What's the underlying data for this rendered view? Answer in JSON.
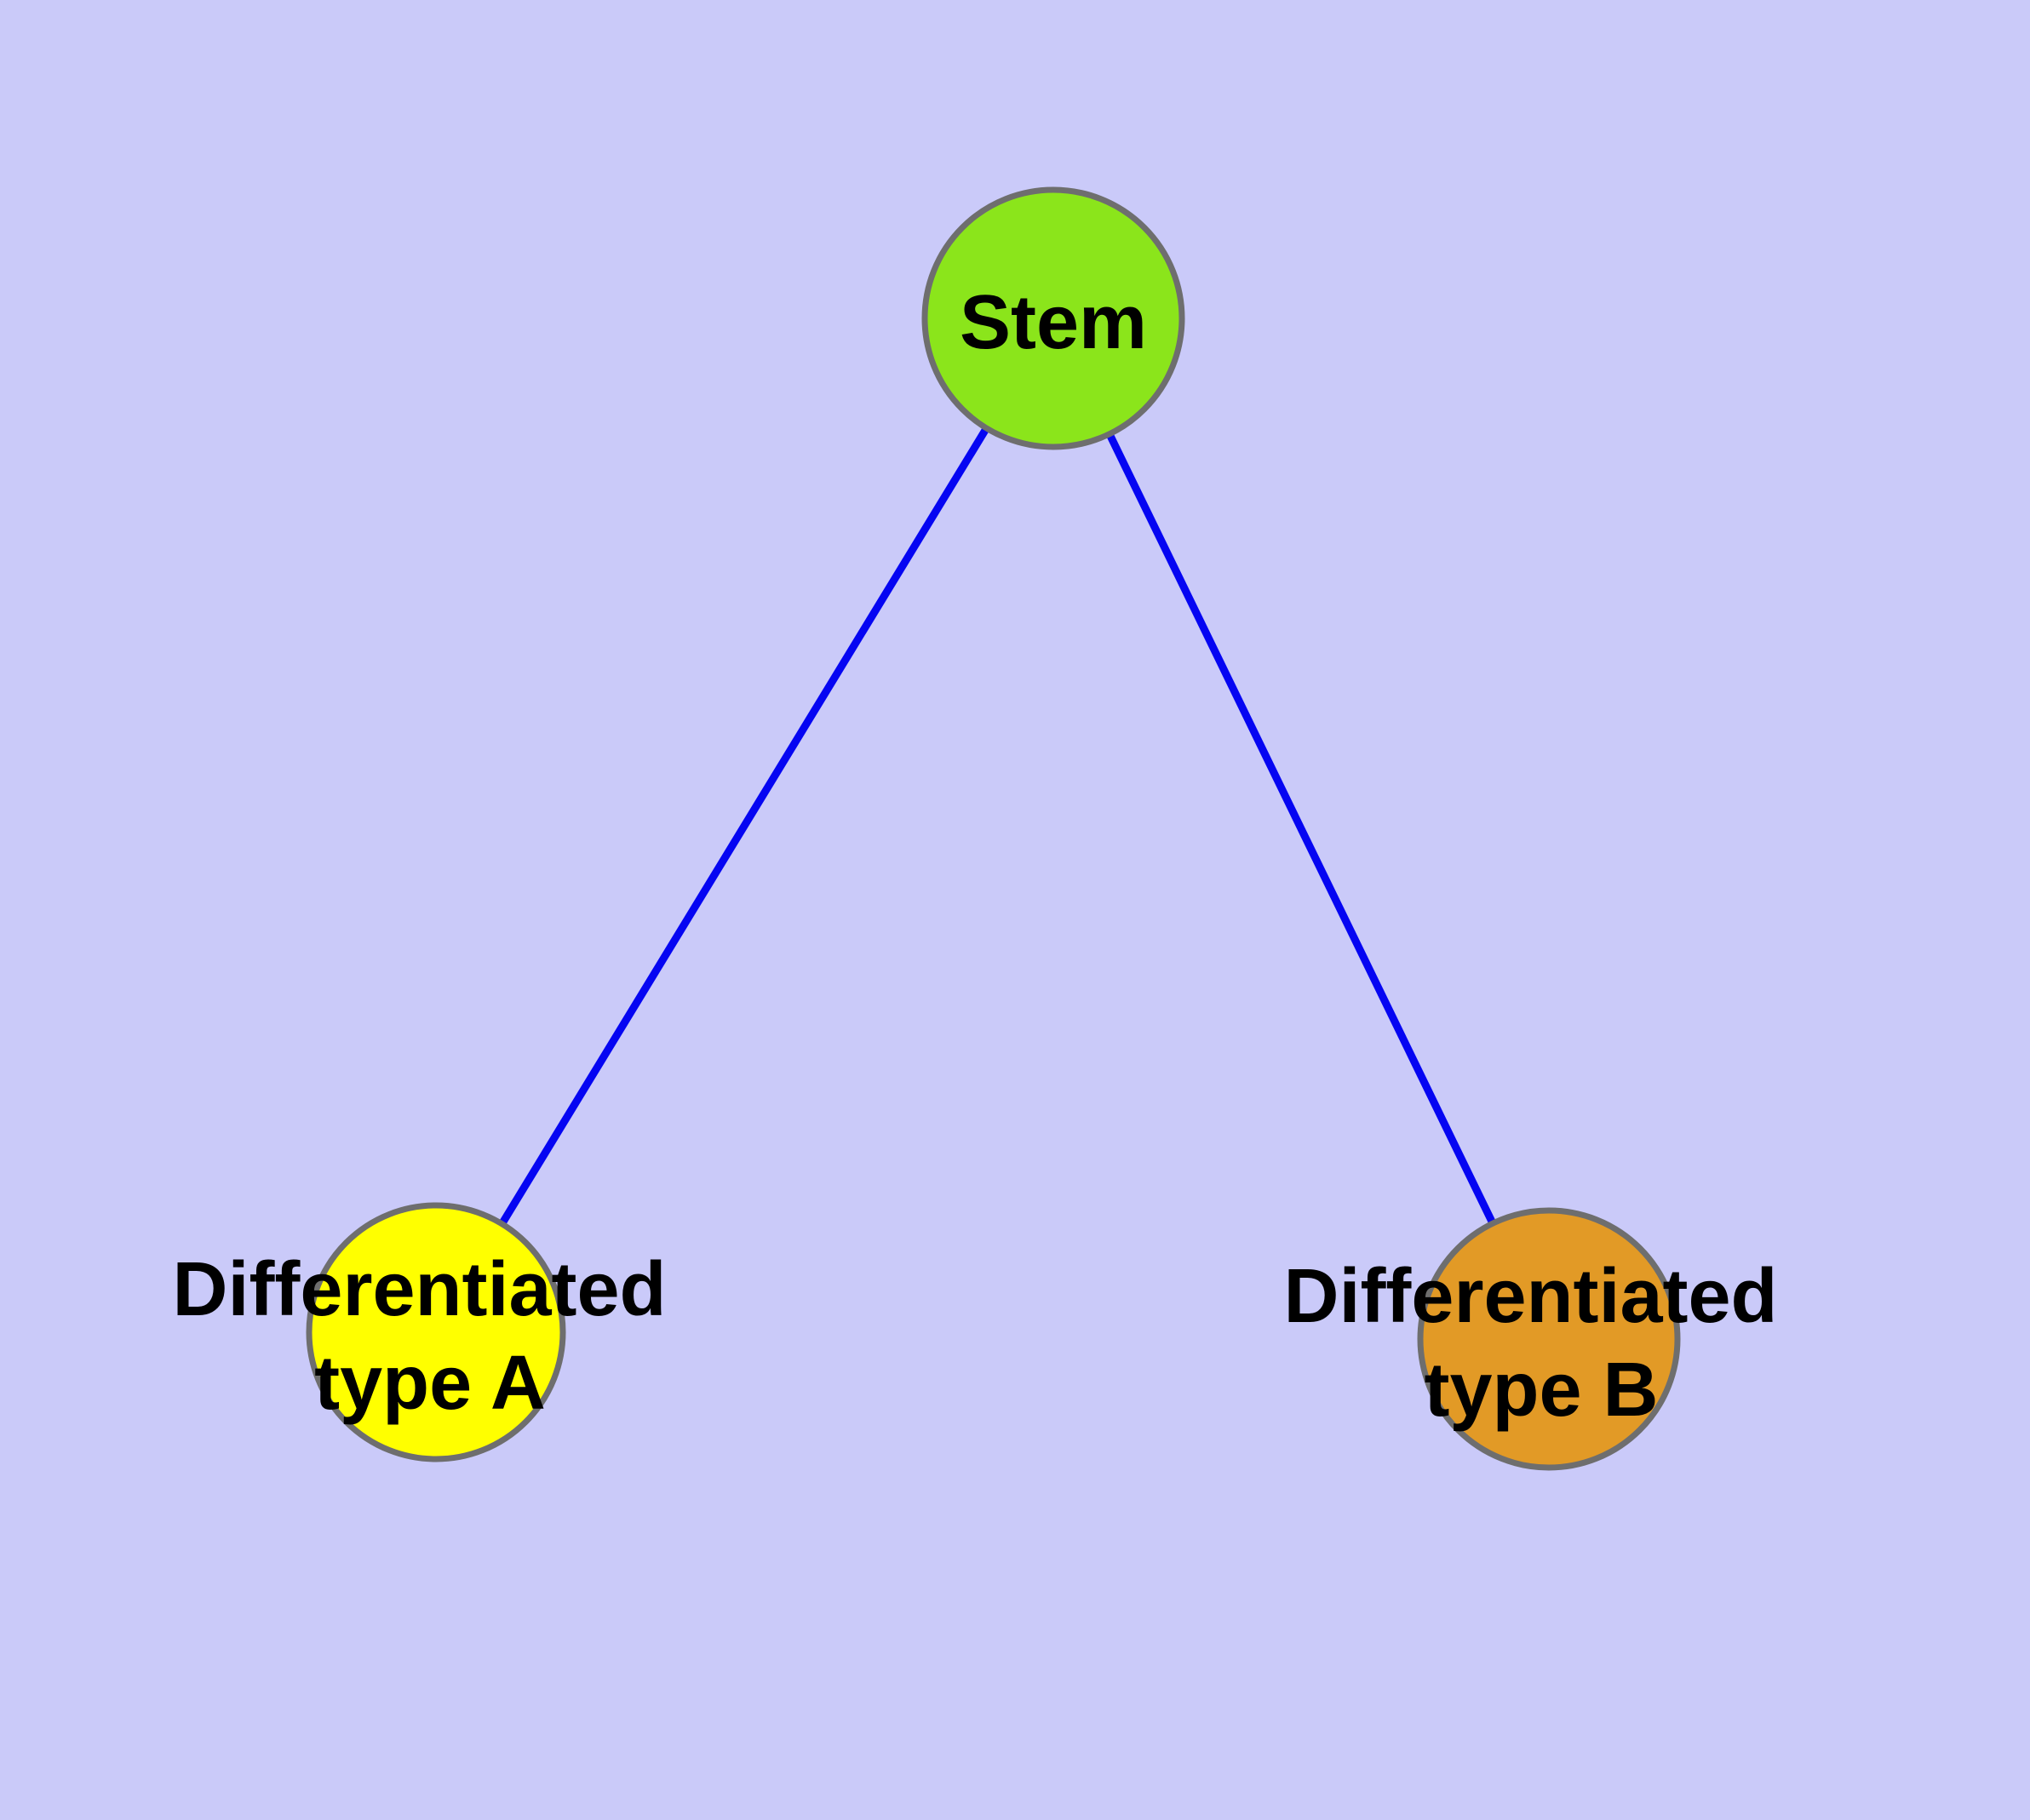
{
  "diagram": {
    "background_color": "#CACAF9",
    "edge_color": "#0505F2",
    "node_border_color": "#6E6E6E",
    "label_color": "#000000",
    "nodes": {
      "stem": {
        "label": "Stem",
        "fill": "#8BE51B"
      },
      "type_a": {
        "label_line1": "Differentiated",
        "label_line2": "type A",
        "fill": "#FFFF00"
      },
      "type_b": {
        "label_line1": "Differentiated",
        "label_line2": "type B",
        "fill": "#E29A26"
      }
    },
    "edges": [
      {
        "from": "Stem",
        "to": "Differentiated type A"
      },
      {
        "from": "Stem",
        "to": "Differentiated type B"
      }
    ]
  }
}
